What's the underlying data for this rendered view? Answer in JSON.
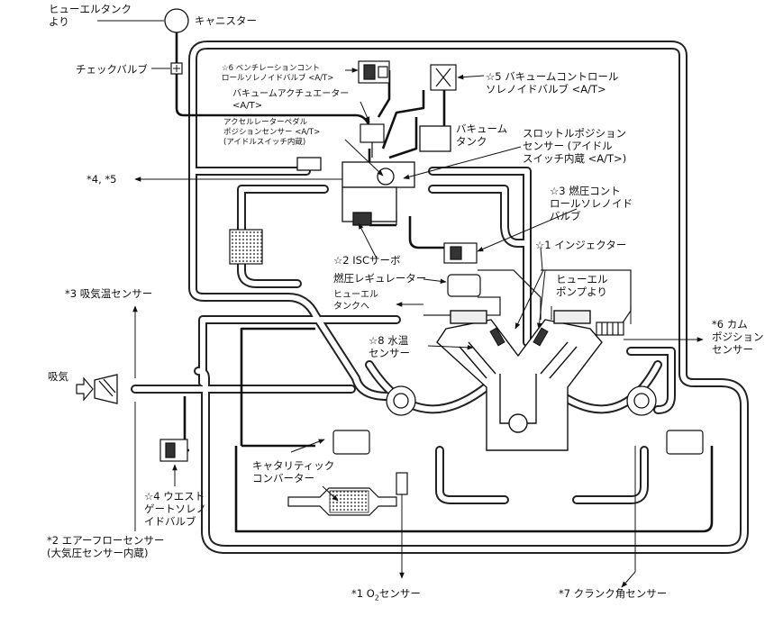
{
  "labels": {
    "fuel_tank_from": "ヒューエルタンク\nより",
    "canister": "キャニスター",
    "check_valve": "チェックバルブ",
    "ventilation_solenoid": "☆6 ベンチレーションコント\nロールソレノイドバルブ <A/T>",
    "vacuum_actuator": "バキュームアクチュエーター\n<A/T>",
    "accel_pedal_sensor": "アクセルレーターペダル\nポジションセンサー <A/T>\n(アイドルスイッチ内蔵)",
    "vacuum_control_solenoid": "☆5 バキュームコントロール\nソレノイドバルブ <A/T>",
    "vacuum_tank": "バキューム\nタンク",
    "throttle_sensor": "スロットルポジション\nセンサー (アイドル\nスイッチ内蔵 <A/T>)",
    "ref_45": "*4, *5",
    "fuel_pressure_solenoid": "☆3 燃圧コント\nロールソレノイド\nバルブ",
    "injector": "☆1 インジェクター",
    "isc_servo": "☆2 ISCサーボ",
    "fuel_regulator": "燃圧レギュレーター",
    "fuel_pump_from": "ヒューエル\nポンプより",
    "to_fuel_tank": "ヒューエル\nタンクへ",
    "intake_temp_sensor": "*3 吸気温センサー",
    "water_temp_sensor": "☆8 水温\nセンサー",
    "cam_sensor": "*6 カム\nポジション\nセンサー",
    "intake": "吸気",
    "catalytic_converter": "キャタリティック\nコンバーター",
    "wastegate_solenoid": "☆4 ウエスト\nゲートソレノ\nイドバルブ",
    "airflow_sensor": "*2 エアーフローセンサー\n(大気圧センサー内蔵)",
    "o2_sensor_prefix": "*1 O",
    "o2_sensor_sub": "2",
    "o2_sensor_suffix": "センサー",
    "crank_sensor": "*7 クランク角センサー"
  }
}
